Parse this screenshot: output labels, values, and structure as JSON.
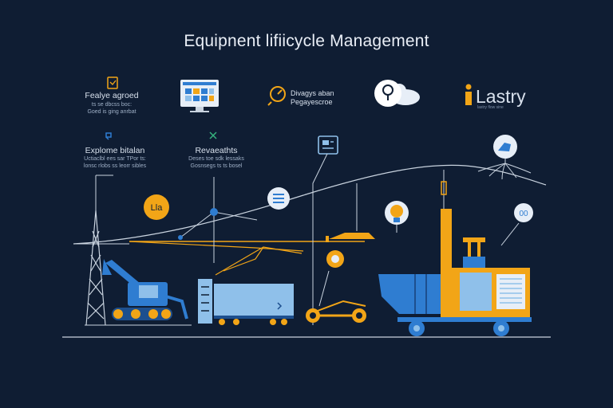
{
  "header": {
    "title": "Equipnent lifiicycle Management"
  },
  "labels": {
    "top_left": {
      "title": "Fealye agroed",
      "lines": [
        "ts se dbcss boc:",
        "Goed is ging anrbat"
      ]
    },
    "top_mid": {
      "title": "Divagys aban",
      "subtitle": "Pegayescroe"
    },
    "brand": {
      "name": "Lastry",
      "tag": "lastry flow sine"
    },
    "mid_left": {
      "title": "Explome bitalan",
      "lines": [
        "Uctiaclbl ees sar TPor ts:",
        "lonsc rlobs ss leorr sibles"
      ]
    },
    "mid_center": {
      "title": "Revaeathts",
      "lines": [
        "Deses toe sdk lessaks",
        "Gosnsegs ts ts bosel"
      ]
    },
    "badge_left": "Lla",
    "badge_right": "00"
  },
  "colors": {
    "background": "#0f1d33",
    "accent_orange": "#f2a517",
    "accent_blue": "#2f7dd1",
    "light_blue": "#8fc0ea",
    "line": "#c9d3df"
  }
}
